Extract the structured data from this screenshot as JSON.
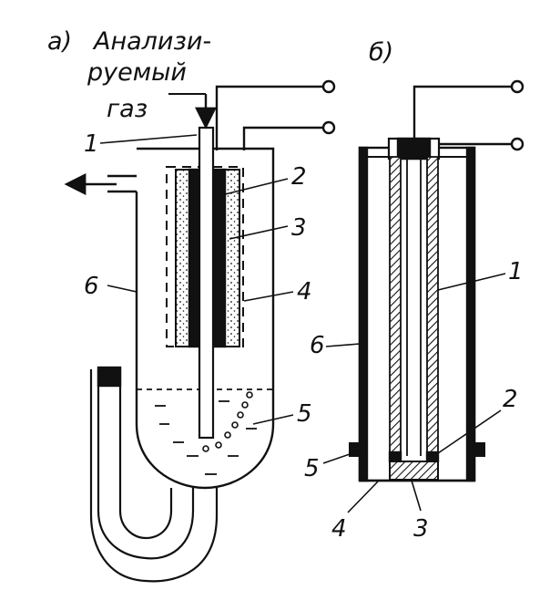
{
  "figure": {
    "panel_a": {
      "tag": "а)",
      "gas_line1": "Анализи-",
      "gas_line2": "руемый",
      "gas_line3": "газ",
      "labels": {
        "n1": "1",
        "n2": "2",
        "n3": "3",
        "n4": "4",
        "n5": "5",
        "n6": "6"
      }
    },
    "panel_b": {
      "tag": "б)",
      "labels": {
        "n1": "1",
        "n2": "2",
        "n3": "3",
        "n4": "4",
        "n5": "5",
        "n6": "6"
      }
    },
    "colors": {
      "ink": "#111111",
      "paper": "#ffffff"
    }
  }
}
